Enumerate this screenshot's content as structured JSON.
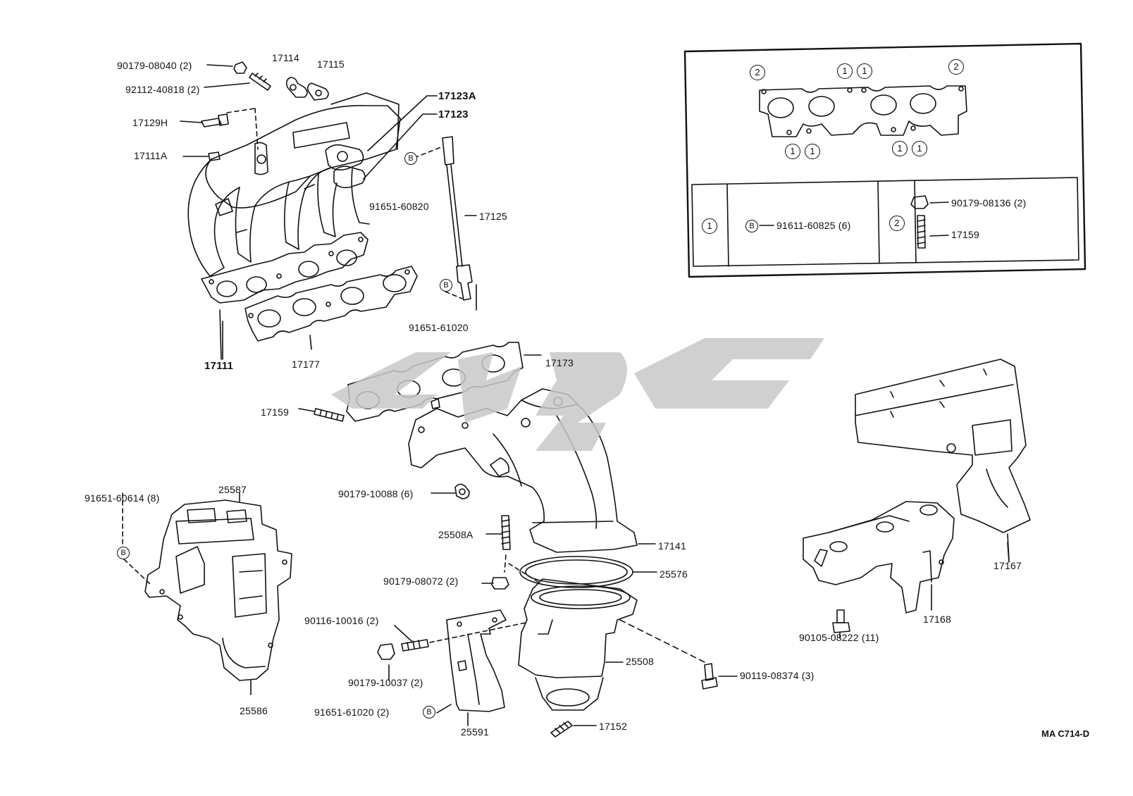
{
  "parts": {
    "p90179_08040": "90179-08040 (2)",
    "p92112_40818": "92112-40818 (2)",
    "p17114": "17114",
    "p17115": "17115",
    "p17123A": "17123A",
    "p17123": "17123",
    "p17129H": "17129H",
    "p17111A": "17111A",
    "p91651_60820": "91651-60820",
    "p17125": "17125",
    "p91651_61020_top": "91651-61020",
    "p17111": "17111",
    "p17177": "17177",
    "p17173": "17173",
    "p17159": "17159",
    "p90179_10088": "90179-10088 (6)",
    "p25508A": "25508A",
    "p17141": "17141",
    "p25576": "25576",
    "p90179_08072": "90179-08072 (2)",
    "p91651_60614": "91651-60614 (8)",
    "p25587": "25587",
    "p25586": "25586",
    "p90116_10016": "90116-10016 (2)",
    "p90179_10037": "90179-10037 (2)",
    "p91651_61020_bot": "91651-61020 (2)",
    "p25591": "25591",
    "p25508": "25508",
    "p17152": "17152",
    "p90119_08374": "90119-08374 (3)",
    "p17167": "17167",
    "p17168": "17168",
    "p90105_08222": "90105-08222 (11)",
    "p91611_60825": "91611-60825 (6)",
    "p90179_08136": "90179-08136 (2)",
    "p17159_inset": "17159"
  },
  "markers": {
    "one": "1",
    "two": "2",
    "b": "B"
  },
  "drawing_code": "MA C714-D",
  "watermark_color": "#c8c8c8"
}
